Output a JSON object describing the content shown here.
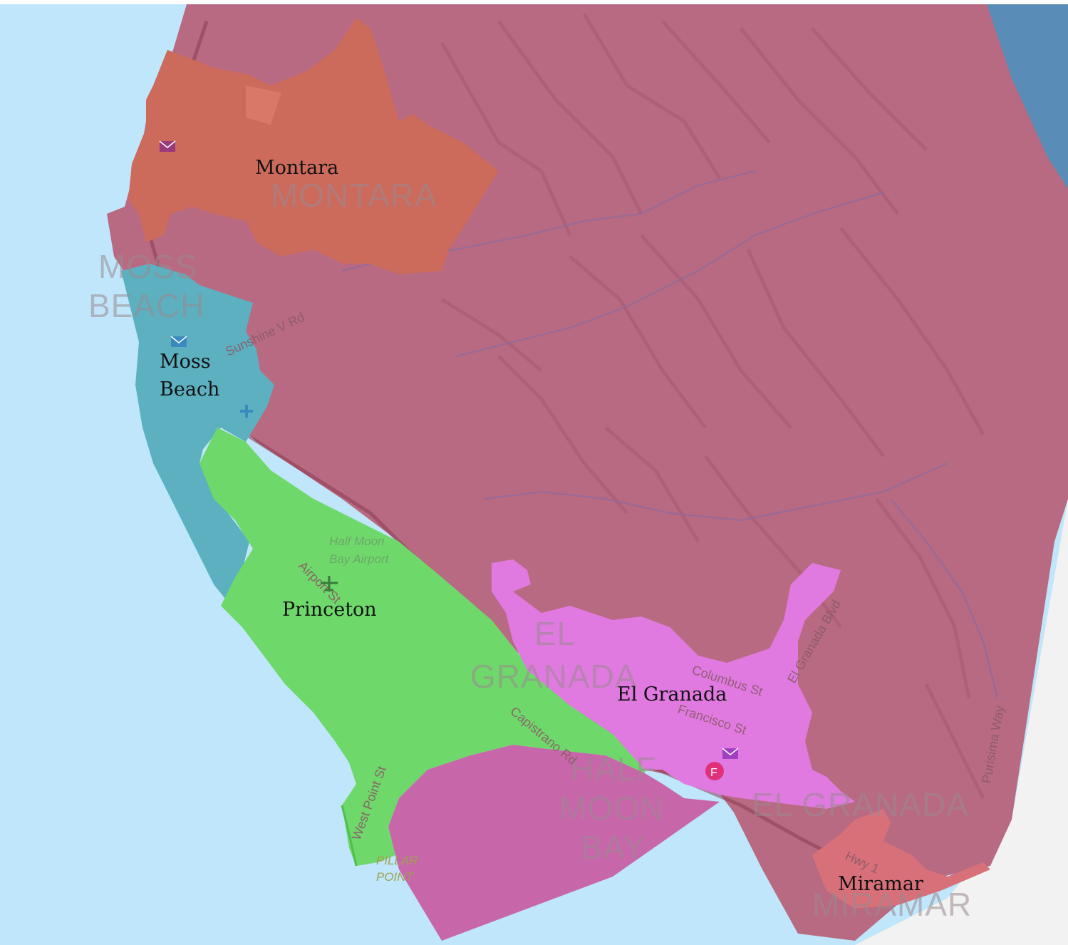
{
  "colors": {
    "ocean": "#bfe6fa",
    "land": "#f2f2f2",
    "unincorporated": "#b86a82",
    "montara": "#cc6a5c",
    "moss_beach": "#5cb0c0",
    "princeton": "#6fd86a",
    "el_granada": "#e07ae0",
    "half_moon_bay_water": "#c866aa",
    "miramar": "#d8707a",
    "other_district": "#5a8cb8"
  },
  "regions": {
    "montara": "Montara",
    "moss_beach": "Moss Beach",
    "princeton": "Princeton",
    "el_granada": "El Granada",
    "miramar": "Miramar"
  },
  "basemap_labels": {
    "montara": "MONTARA",
    "moss_beach_1": "MOSS",
    "moss_beach_2": "BEACH",
    "el_granada_1": "EL",
    "el_granada_2": "GRANADA",
    "half_moon_bay_1": "HALF",
    "half_moon_bay_2": "MOON",
    "half_moon_bay_3": "BAY",
    "el_granada_south": "EL GRANADA",
    "miramar": "MIRAMAR"
  },
  "streets": {
    "sunshine": "Sunshine V Rd",
    "airport": "Airport St",
    "capistrano": "Capistrano Rd",
    "west_point": "West Point St",
    "columbus": "Columbus St",
    "francisco": "Francisco St",
    "el_granada_blvd": "El Granada Blvd",
    "purisima": "Purisima Way",
    "hwy": "Hwy 1"
  },
  "pois": {
    "airport_1": "Half Moon",
    "airport_2": "Bay Airport",
    "pillar_1": "PILLAR",
    "pillar_2": "POINT"
  }
}
